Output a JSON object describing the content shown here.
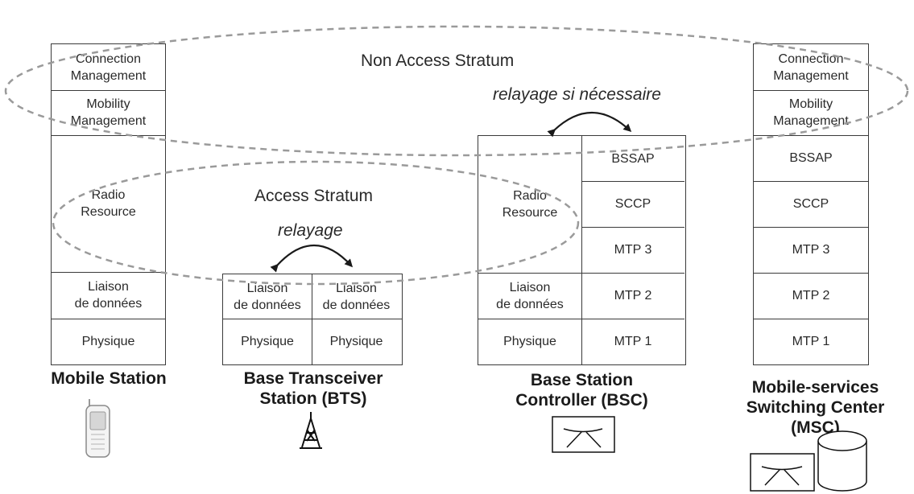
{
  "regions": {
    "non_access_stratum": "Non Access Stratum",
    "access_stratum": "Access Stratum"
  },
  "relay": {
    "bts": "relayage",
    "bsc": "relayage si nécessaire"
  },
  "mobile_station": {
    "name": "Mobile Station",
    "layers": [
      "Connection\nManagement",
      "Mobility\nManagement",
      "Radio\nResource",
      "Liaison\nde données",
      "Physique"
    ]
  },
  "bts": {
    "name": "Base Transceiver\nStation (BTS)",
    "left_layers": [
      "Liaison\nde données",
      "Physique"
    ],
    "right_layers": [
      "Liaison\nde données",
      "Physique"
    ]
  },
  "bsc": {
    "name": "Base Station\nController (BSC)",
    "left_layers": [
      "Radio\nResource",
      "Liaison\nde données",
      "Physique"
    ],
    "right_layers": [
      "BSSAP",
      "SCCP",
      "MTP 3",
      "MTP 2",
      "MTP 1"
    ]
  },
  "msc": {
    "name": "Mobile-services\nSwitching Center\n(MSC)",
    "layers": [
      "Connection\nManagement",
      "Mobility\nManagement",
      "BSSAP",
      "SCCP",
      "MTP 3",
      "MTP 2",
      "MTP 1"
    ]
  },
  "colors": {
    "line": "#3a3a3a",
    "dash": "#9a9a9a",
    "text": "#2a2a2a"
  },
  "icons": [
    "mobile-phone-icon",
    "antenna-tower-icon",
    "switch-icon",
    "database-icon"
  ]
}
